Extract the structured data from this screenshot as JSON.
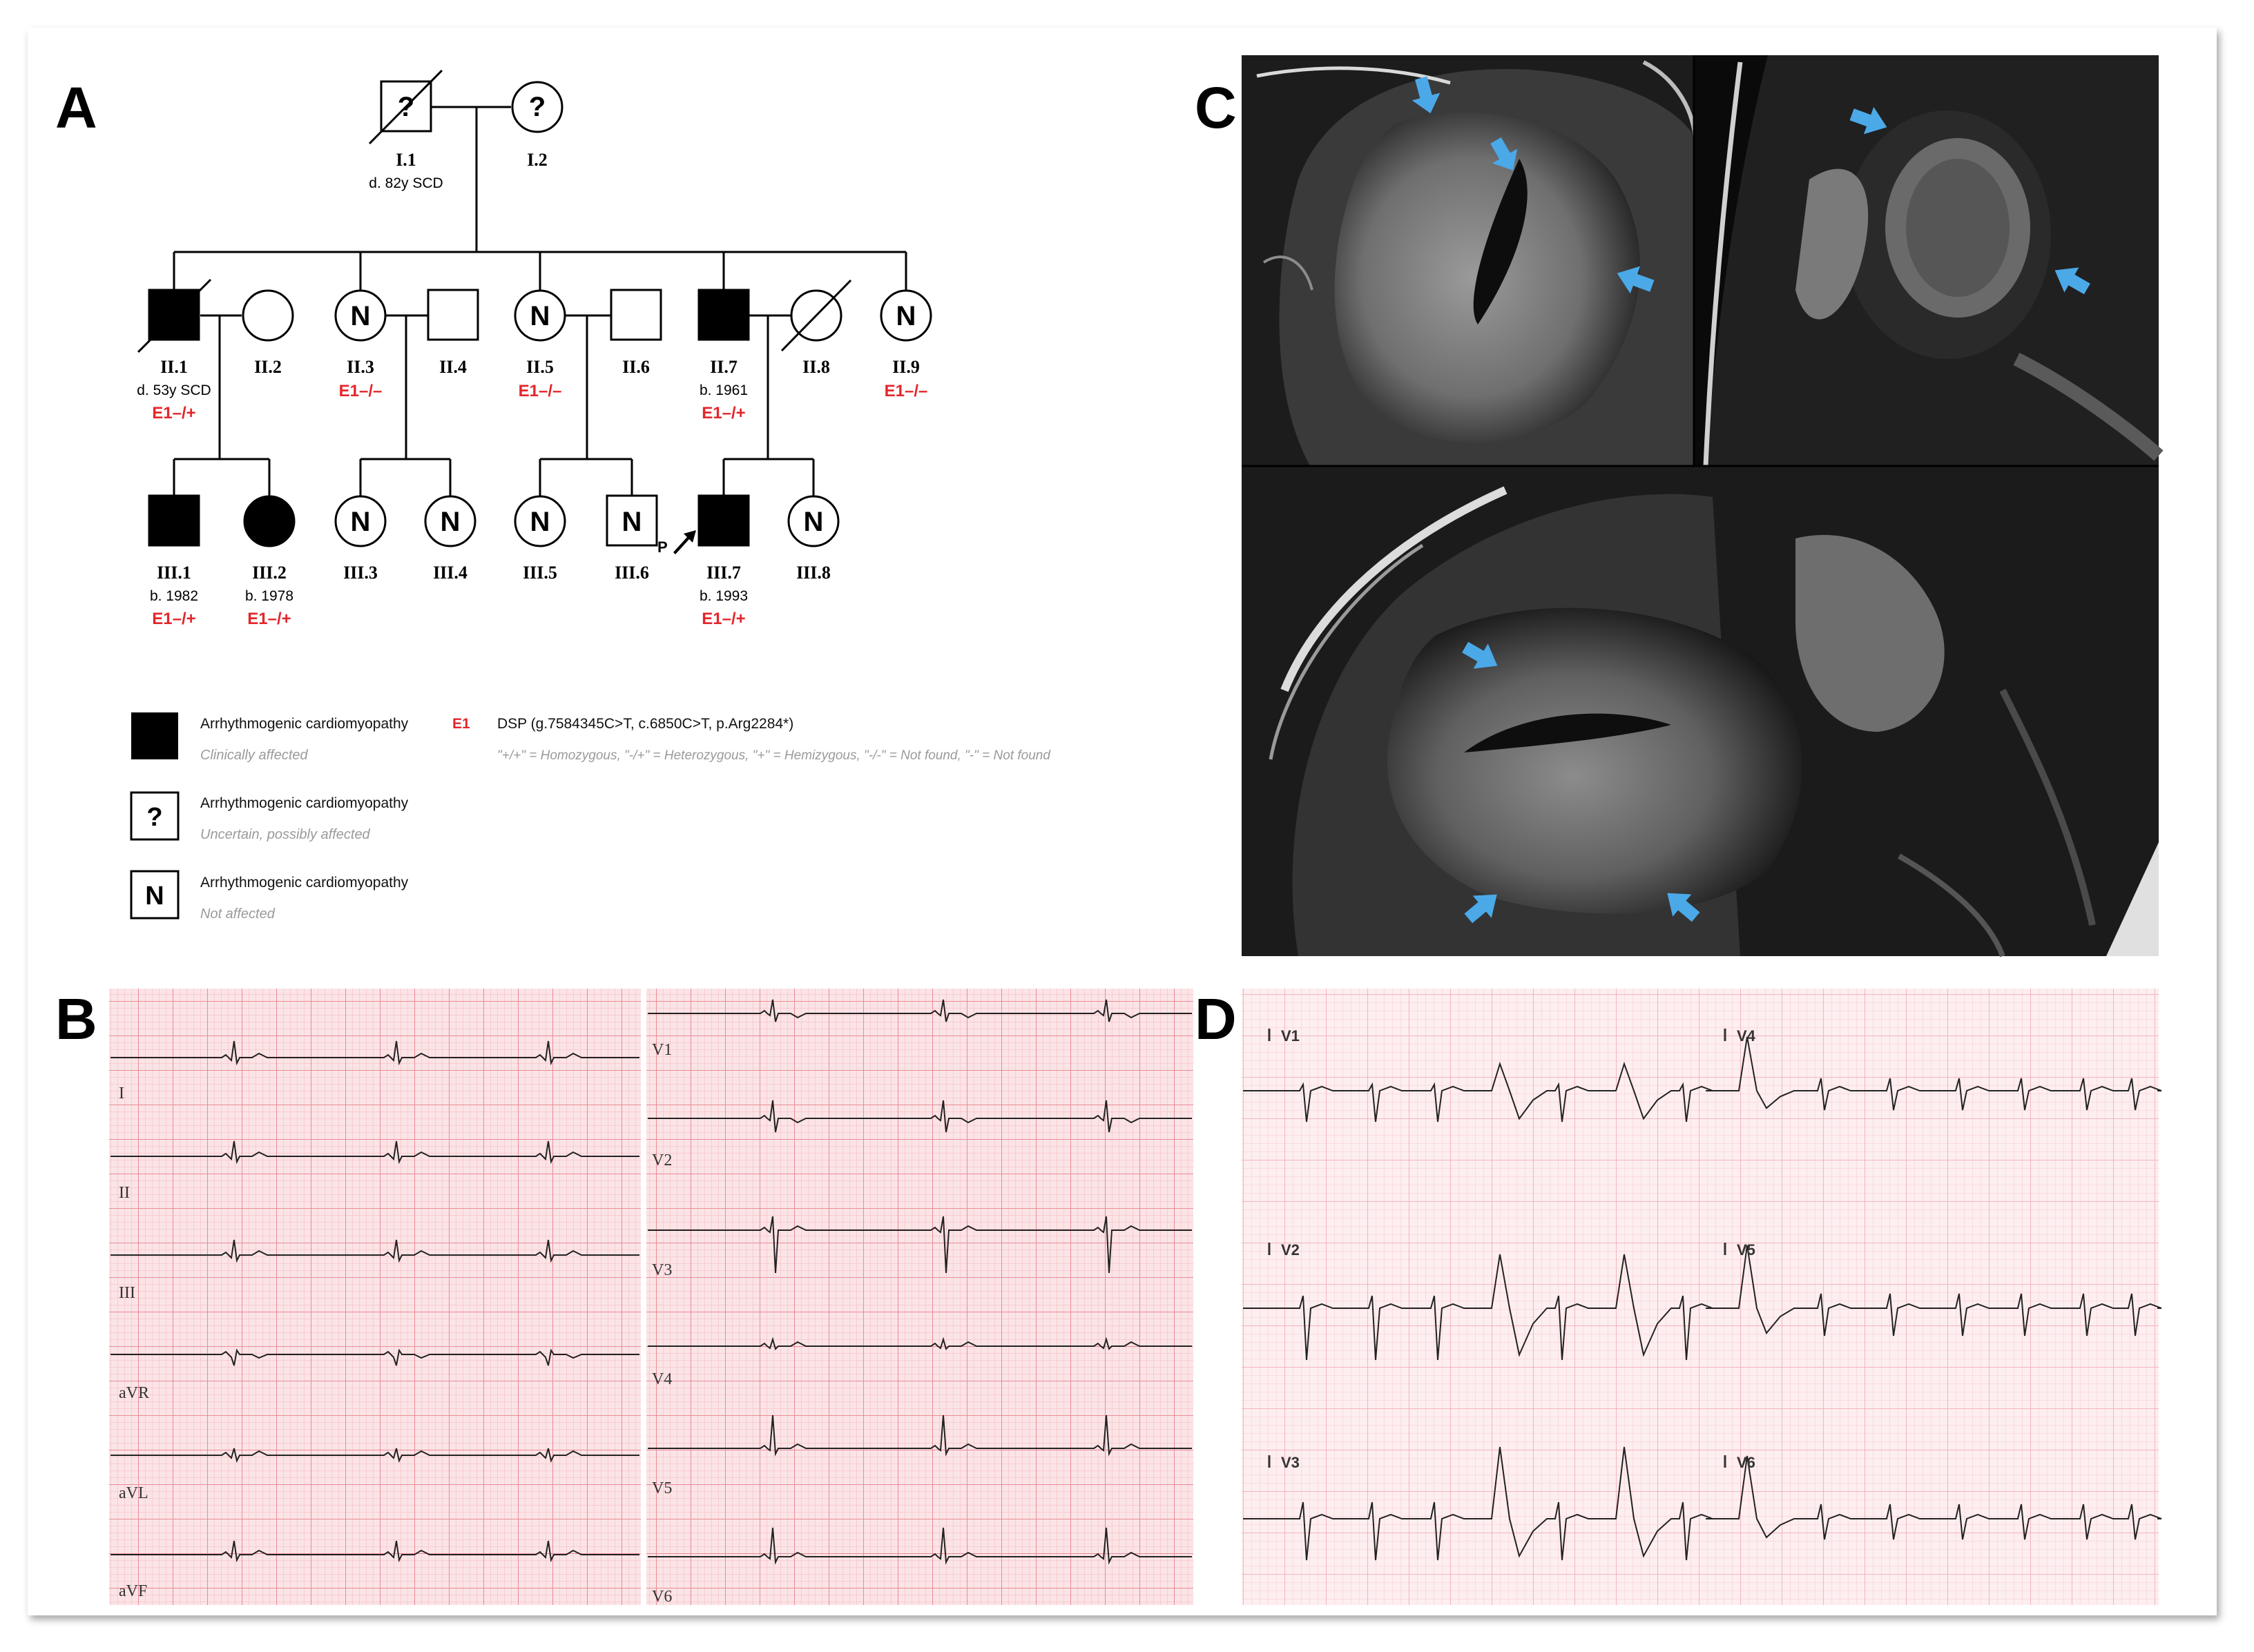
{
  "panels": {
    "a": "A",
    "b": "B",
    "c": "C",
    "d": "D"
  },
  "pedigree": {
    "question_mark": "?",
    "n_mark": "N",
    "proband_mark": "P",
    "individuals": [
      {
        "id": "I.1",
        "sub": "d. 82y SCD",
        "geno": ""
      },
      {
        "id": "I.2",
        "sub": "",
        "geno": ""
      },
      {
        "id": "II.1",
        "sub": "d. 53y SCD",
        "geno": "E1–/+"
      },
      {
        "id": "II.2",
        "sub": "",
        "geno": ""
      },
      {
        "id": "II.3",
        "sub": "",
        "geno": "E1–/–"
      },
      {
        "id": "II.4",
        "sub": "",
        "geno": ""
      },
      {
        "id": "II.5",
        "sub": "",
        "geno": "E1–/–"
      },
      {
        "id": "II.6",
        "sub": "",
        "geno": ""
      },
      {
        "id": "II.7",
        "sub": "b. 1961",
        "geno": "E1–/+"
      },
      {
        "id": "II.8",
        "sub": "",
        "geno": ""
      },
      {
        "id": "II.9",
        "sub": "",
        "geno": "E1–/–"
      },
      {
        "id": "III.1",
        "sub": "b. 1982",
        "geno": "E1–/+"
      },
      {
        "id": "III.2",
        "sub": "b. 1978",
        "geno": "E1–/+"
      },
      {
        "id": "III.3",
        "sub": "",
        "geno": ""
      },
      {
        "id": "III.4",
        "sub": "",
        "geno": ""
      },
      {
        "id": "III.5",
        "sub": "",
        "geno": ""
      },
      {
        "id": "III.6",
        "sub": "",
        "geno": ""
      },
      {
        "id": "III.7",
        "sub": "b. 1993",
        "geno": "E1–/+"
      },
      {
        "id": "III.8",
        "sub": "",
        "geno": ""
      }
    ]
  },
  "legend": {
    "items": [
      {
        "title": "Arrhythmogenic cardiomyopathy",
        "status": "Clinically affected"
      },
      {
        "title": "Arrhythmogenic cardiomyopathy",
        "status": "Uncertain, possibly affected"
      },
      {
        "title": "Arrhythmogenic cardiomyopathy",
        "status": "Not affected"
      }
    ],
    "variant_code": "E1",
    "variant_desc": "DSP (g.7584345C>T, c.6850C>T, p.Arg2284*)",
    "zygosity_note": "\"+/+\" = Homozygous, \"-/+\" = Heterozygous, \"+\" = Hemizygous, \"-/-\" = Not found, \"-\" = Not found"
  },
  "ecg_b": {
    "left_leads": [
      "I",
      "II",
      "III",
      "aVR",
      "aVL",
      "aVF"
    ],
    "right_leads": [
      "V1",
      "V2",
      "V3",
      "V4",
      "V5",
      "V6"
    ]
  },
  "ecg_d": {
    "left_leads": [
      "V1",
      "V2",
      "V3"
    ],
    "right_leads": [
      "V4",
      "V5",
      "V6"
    ]
  },
  "colors": {
    "ecg_grid_bg": "#fbe4e6",
    "ecg_grid_line": "#f2a6ae",
    "arrow_blue": "#4ba9e8",
    "genotype_red": "#e3262b"
  }
}
